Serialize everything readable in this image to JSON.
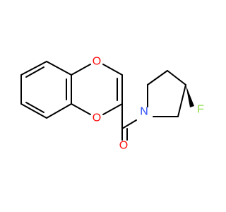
{
  "atoms": {
    "o_ring_top": {
      "symbol": "O",
      "color": "#FF0D0D"
    },
    "o_ring_bottom": {
      "symbol": "O",
      "color": "#FF0D0D"
    },
    "o_carbonyl": {
      "symbol": "O",
      "color": "#FF0D0D"
    },
    "n_pyrrolidine": {
      "symbol": "N",
      "color": "#3050F8"
    },
    "f_fluorine": {
      "symbol": "F",
      "color": "#90E050"
    }
  },
  "colors": {
    "bond": "#000000",
    "background": "#FFFFFF"
  }
}
